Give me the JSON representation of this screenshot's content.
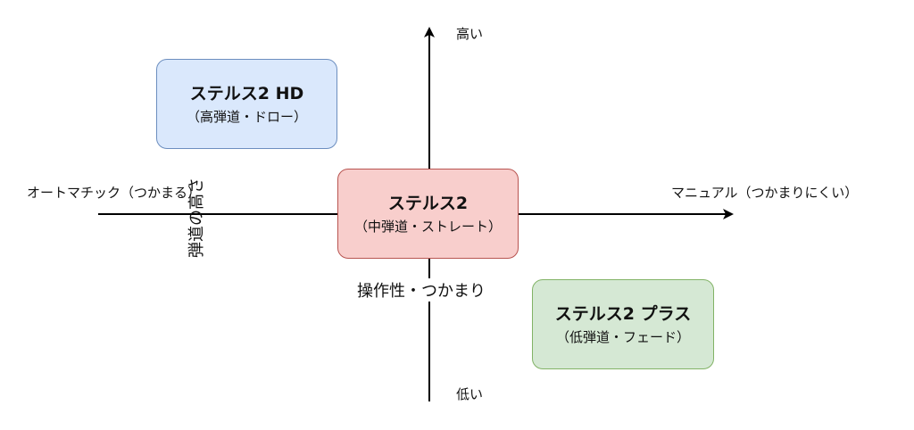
{
  "colors": {
    "axis": "#000000",
    "hd_fill": "#dae8fc",
    "hd_border": "#6c8ebf",
    "mid_fill": "#f8cecc",
    "mid_border": "#b85450",
    "plus_fill": "#d5e8d4",
    "plus_border": "#82b366"
  },
  "axis": {
    "y_top": "高い",
    "y_bottom": "低い",
    "x_left": "オートマチック（つかまる）",
    "x_right": "マニュアル（つかまりにくい）",
    "y_title": "弾道の高さ",
    "x_title": "操作性・つかまり"
  },
  "boxes": {
    "hd": {
      "name": "ステルス2 HD",
      "sub": "（高弾道・ドロー）"
    },
    "mid": {
      "name": "ステルス2",
      "sub": "（中弾道・ストレート）"
    },
    "plus": {
      "name": "ステルス2 プラス",
      "sub": "（低弾道・フェード）"
    }
  }
}
